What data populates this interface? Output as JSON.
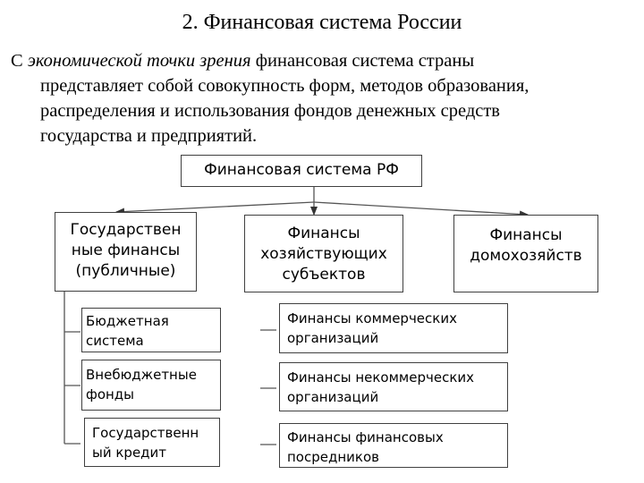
{
  "title": "2. Финансовая система России",
  "intro": {
    "prefix": "С ",
    "italic": "экономической точки зрения",
    "line1_rest": " финансовая система страны",
    "line2": "представляет собой совокупность форм, методов образования,",
    "line3": "распределения и использования фондов денежных средств",
    "line4": "государства и предприятий."
  },
  "diagram": {
    "root": "Финансовая система РФ",
    "branches": [
      {
        "lines": [
          "Государствен",
          "ные финансы",
          "(публичные)"
        ],
        "children": [
          {
            "lines": [
              "Бюджетная",
              "система"
            ]
          },
          {
            "lines": [
              "Внебюджетные",
              "фонды"
            ]
          },
          {
            "lines": [
              "Государственн",
              "ый кредит"
            ]
          }
        ]
      },
      {
        "lines": [
          "Финансы",
          "хозяйствующих",
          "субъектов"
        ],
        "children": [
          {
            "lines": [
              "Финансы коммерческих",
              "организаций"
            ]
          },
          {
            "lines": [
              "Финансы некоммерческих",
              "организаций"
            ]
          },
          {
            "lines": [
              "Финансы финансовых",
              "посредников"
            ]
          }
        ]
      },
      {
        "lines": [
          "Финансы",
          "домохозяйств"
        ]
      }
    ]
  },
  "colors": {
    "border": "#404040",
    "text": "#000000",
    "background": "#ffffff"
  }
}
